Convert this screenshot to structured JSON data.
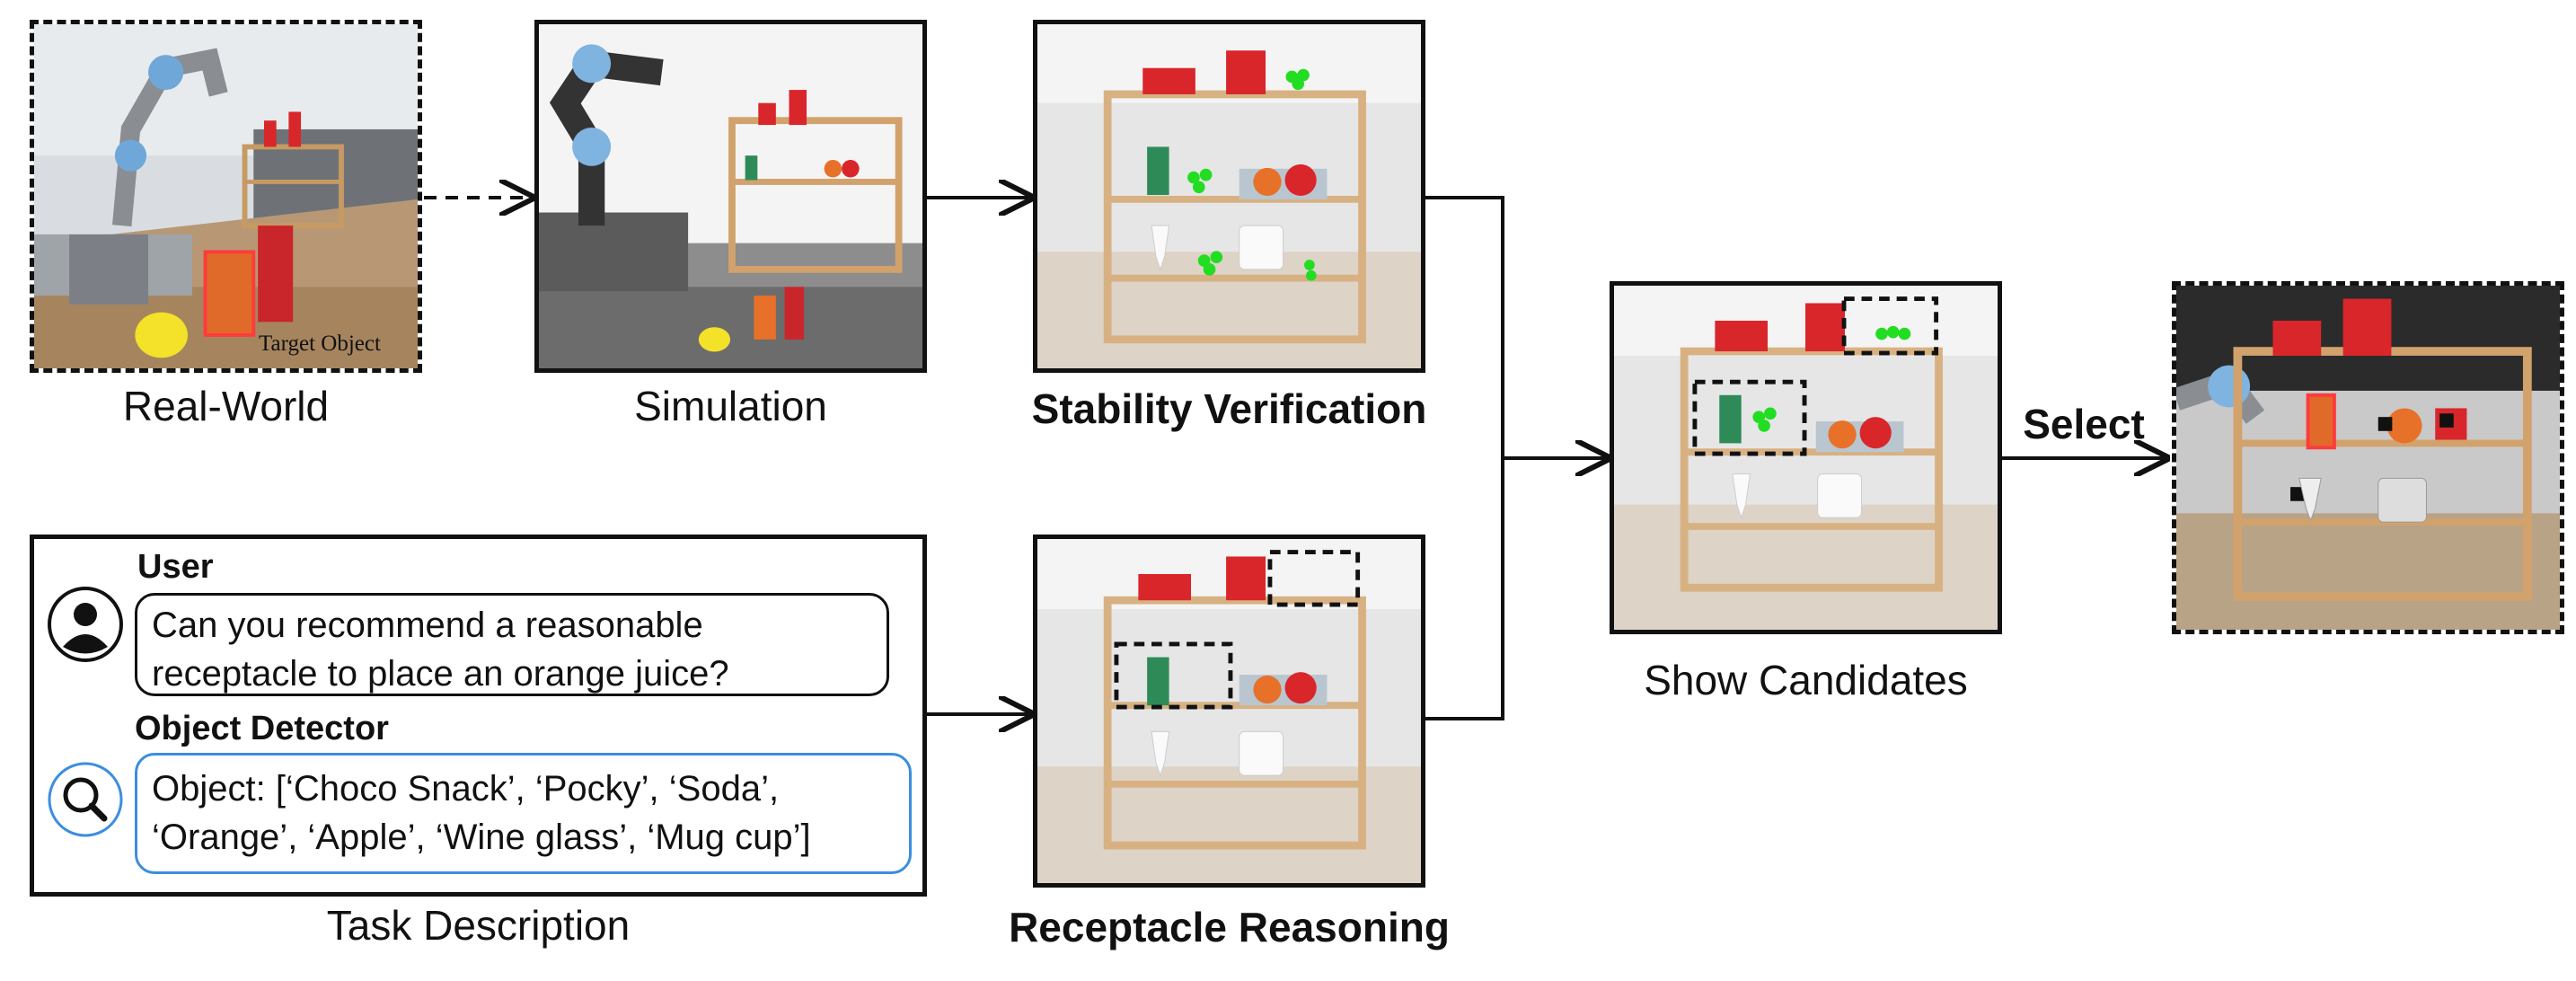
{
  "captions": {
    "real_world": "Real-World",
    "simulation": "Simulation",
    "stability": "Stability Verification",
    "receptacle": "Receptacle Reasoning",
    "candidates": "Show Candidates",
    "task": "Task Description",
    "select": "Select"
  },
  "photo_label": "Target Object",
  "task": {
    "user_label": "User",
    "user_text_line1": "Can you recommend a reasonable",
    "user_text_line2": "receptacle to place an orange juice?",
    "detector_label": "Object Detector",
    "detector_line1": "Object: [‘Choco Snack’, ‘Pocky’, ‘Soda’,",
    "detector_line2": "‘Orange’, ‘Apple’, ‘Wine glass’, ‘Mug cup’]"
  },
  "colors": {
    "detector_accent": "#3b8ee0",
    "stable_points": "#22dd22",
    "snack_red": "#d9262b"
  }
}
